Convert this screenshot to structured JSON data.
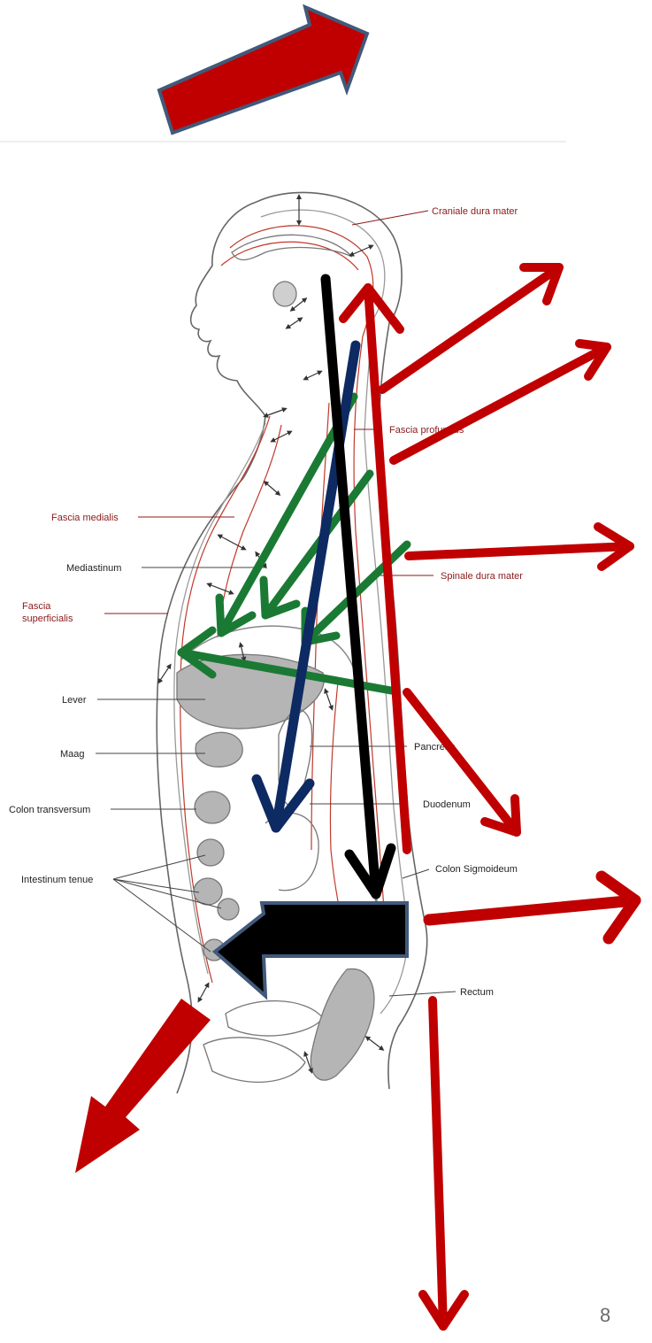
{
  "labels": {
    "craniale_dura_mater": "Craniale dura mater",
    "fascia_profundus": "Fascia profundus",
    "fascia_medialis": "Fascia medialis",
    "mediastinum": "Mediastinum",
    "fascia_superficialis_1": "Fascia",
    "fascia_superficialis_2": "superficialis",
    "spinale_dura_mater": "Spinale dura mater",
    "lever": "Lever",
    "maag": "Maag",
    "pancreas": "Pancreas",
    "colon_transversum": "Colon transversum",
    "duodenum": "Duodenum",
    "intestinum_tenue": "Intestinum tenue",
    "colon_sigmoideum": "Colon Sigmoideum",
    "rectum": "Rectum"
  },
  "page_number": "8",
  "colors": {
    "red_arrow": "#c00000",
    "block_arrow_outline": "#41597a",
    "green_arrow": "#1a7a34",
    "navy_arrow": "#0e2a63",
    "black_arrow": "#000000",
    "fascia_line": "#c0392b",
    "organ_fill": "#b5b5b5"
  }
}
